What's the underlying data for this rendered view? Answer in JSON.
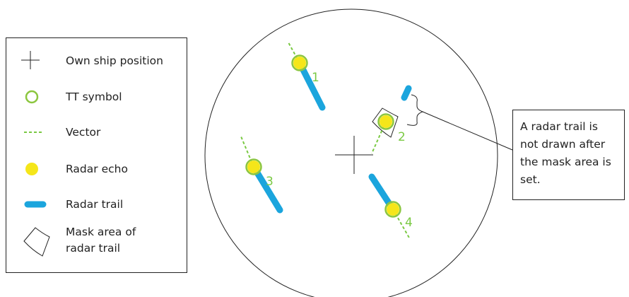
{
  "colors": {
    "trail": "#1ba5dd",
    "echo_fill": "#f5e61a",
    "tt_ring": "#8cc63f",
    "vector": "#7ac943",
    "line": "#222222",
    "number": "#7ac943"
  },
  "legend": {
    "items": [
      {
        "icon": "cross-icon",
        "label": "Own ship position"
      },
      {
        "icon": "tt-symbol-icon",
        "label": "TT symbol"
      },
      {
        "icon": "vector-icon",
        "label": "Vector"
      },
      {
        "icon": "radar-echo-icon",
        "label": "Radar echo"
      },
      {
        "icon": "radar-trail-icon",
        "label": "Radar trail"
      },
      {
        "icon": "mask-area-icon",
        "label_lines": [
          "Mask area of",
          "radar trail"
        ]
      }
    ]
  },
  "targets": [
    {
      "number": "1"
    },
    {
      "number": "2"
    },
    {
      "number": "3"
    },
    {
      "number": "4"
    }
  ],
  "callout": {
    "lines": [
      "A radar trail is",
      "not drawn after",
      "the mask area is",
      "set."
    ]
  }
}
